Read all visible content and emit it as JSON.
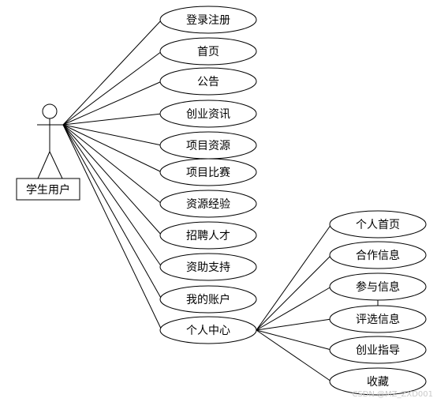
{
  "actor": {
    "label": "学生用户"
  },
  "use_cases": [
    {
      "id": "login",
      "label": "登录注册"
    },
    {
      "id": "home",
      "label": "首页"
    },
    {
      "id": "notice",
      "label": "公告"
    },
    {
      "id": "startup-info",
      "label": "创业资讯"
    },
    {
      "id": "project-resources",
      "label": "项目资源"
    },
    {
      "id": "project-contest",
      "label": "项目比赛"
    },
    {
      "id": "resource-experience",
      "label": "资源经验"
    },
    {
      "id": "recruit",
      "label": "招聘人才"
    },
    {
      "id": "funding",
      "label": "资助支持"
    },
    {
      "id": "my-account",
      "label": "我的账户"
    },
    {
      "id": "personal-center",
      "label": "个人中心"
    }
  ],
  "sub_cases": [
    {
      "id": "personal-home",
      "label": "个人首页"
    },
    {
      "id": "cooperation-info",
      "label": "合作信息"
    },
    {
      "id": "participation-info",
      "label": "参与信息"
    },
    {
      "id": "selection-info",
      "label": "评选信息"
    },
    {
      "id": "startup-guidance",
      "label": "创业指导"
    },
    {
      "id": "favorites",
      "label": "收藏"
    }
  ],
  "watermark": "CSDN @MZ_ZXD001"
}
